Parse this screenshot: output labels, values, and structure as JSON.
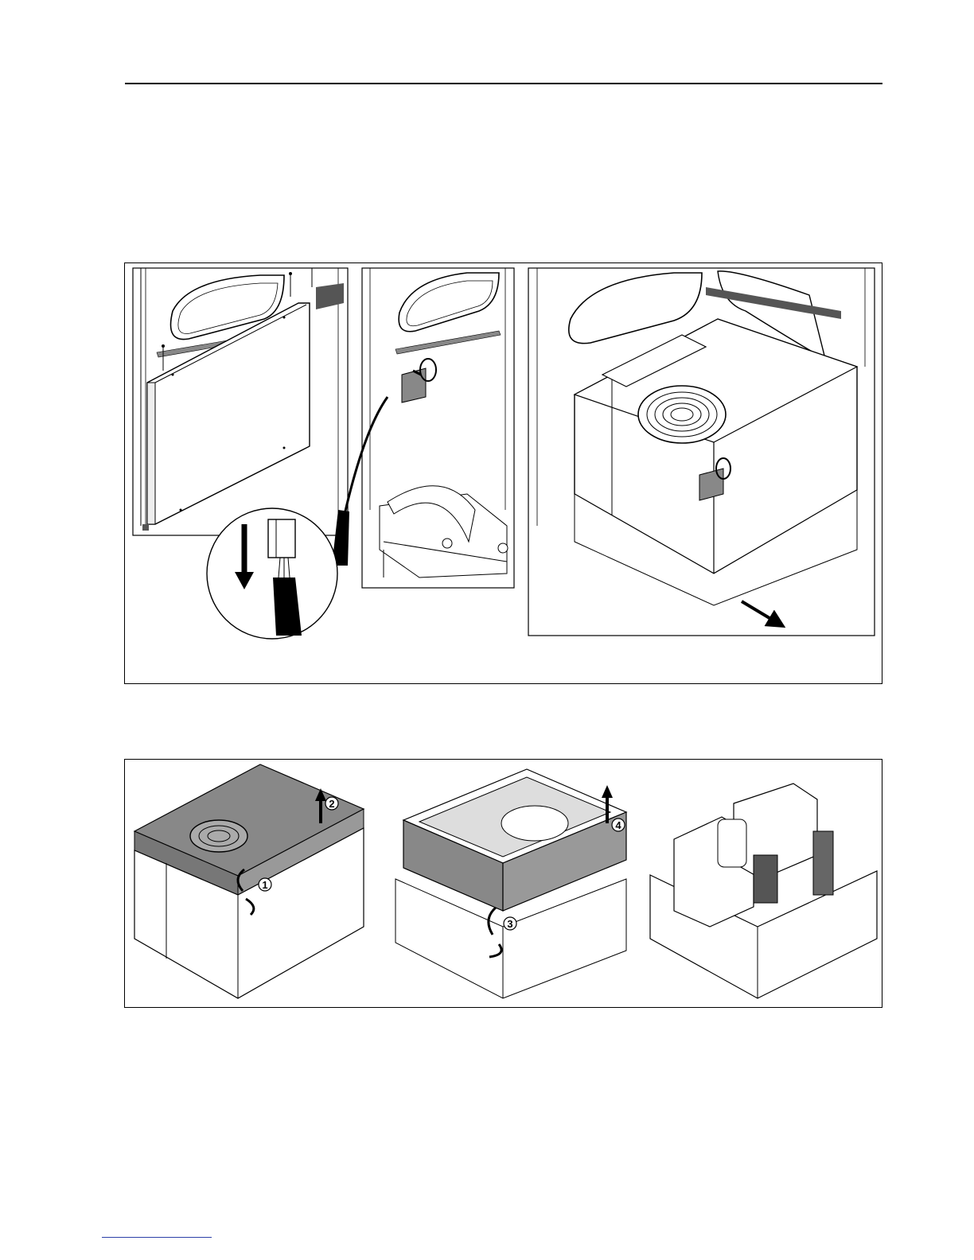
{
  "figure2": {
    "steps": [
      "1",
      "2",
      "3",
      "4"
    ]
  }
}
